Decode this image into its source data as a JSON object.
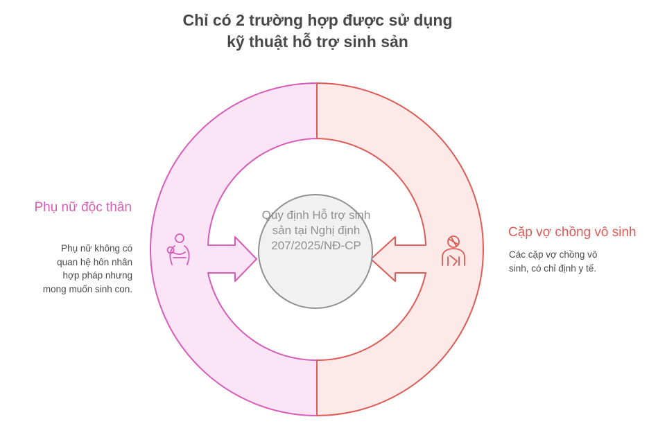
{
  "title": {
    "line1": "Chỉ có 2 trường hợp được sử dụng",
    "line2": "kỹ thuật hỗ trợ sinh sản"
  },
  "center": {
    "text": "Quy định Hỗ trợ sinh sản tại Nghị định 207/2025/NĐ-CP"
  },
  "left": {
    "heading": "Phụ nữ độc thân",
    "description": "Phụ nữ không có quan hệ hôn nhân hợp pháp nhưng mong muốn sinh con.",
    "icon": "woman-with-baby-icon",
    "color": "#d65cb8",
    "fill": "#fbe4f5"
  },
  "right": {
    "heading": "Cặp vợ chồng vô sinh",
    "description": "Các cặp vợ chồng vô sinh, có chỉ định y tế.",
    "icon": "injured-person-icon",
    "color": "#dd5a56",
    "fill": "#fde9e7"
  }
}
